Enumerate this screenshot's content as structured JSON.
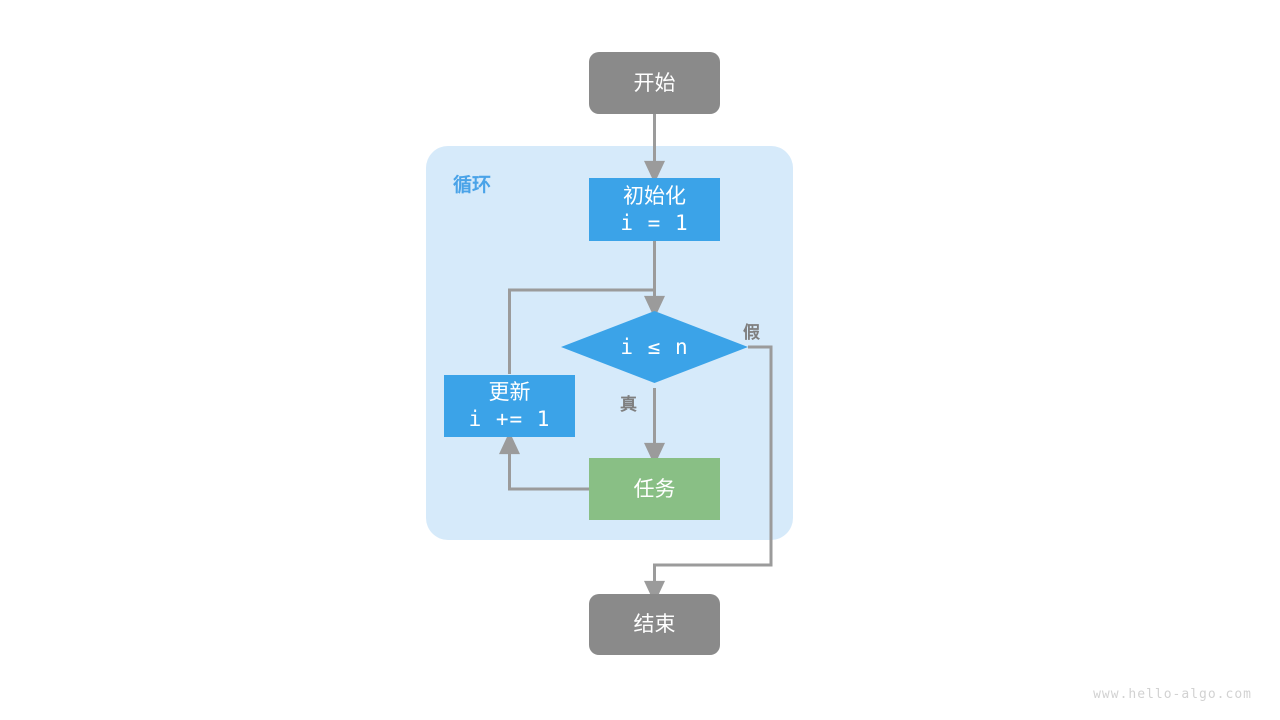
{
  "diagram": {
    "title": "for-loop-flowchart",
    "background": "#ffffff",
    "colors": {
      "terminal_fill": "#8a8a8a",
      "process_fill": "#3ba3e8",
      "decision_fill": "#3ba3e8",
      "task_fill": "#89bf85",
      "group_fill": "#d6eafa",
      "group_label": "#4aa3e8",
      "edge_stroke": "#9b9b9b",
      "edge_label": "#7f7f7f",
      "node_text": "#ffffff",
      "watermark": "#d2d2d2"
    },
    "group": {
      "label": "循环"
    },
    "nodes": {
      "start": {
        "label": "开始",
        "shape": "rounded-rect"
      },
      "init": {
        "line1": "初始化",
        "line2": "i = 1",
        "shape": "rect"
      },
      "condition": {
        "label": "i ≤ n",
        "shape": "diamond"
      },
      "update": {
        "line1": "更新",
        "line2": "i += 1",
        "shape": "rect"
      },
      "task": {
        "label": "任务",
        "shape": "rect"
      },
      "end": {
        "label": "结束",
        "shape": "rounded-rect"
      }
    },
    "edge_labels": {
      "true": "真",
      "false": "假"
    },
    "watermark": "www.hello-algo.com"
  }
}
